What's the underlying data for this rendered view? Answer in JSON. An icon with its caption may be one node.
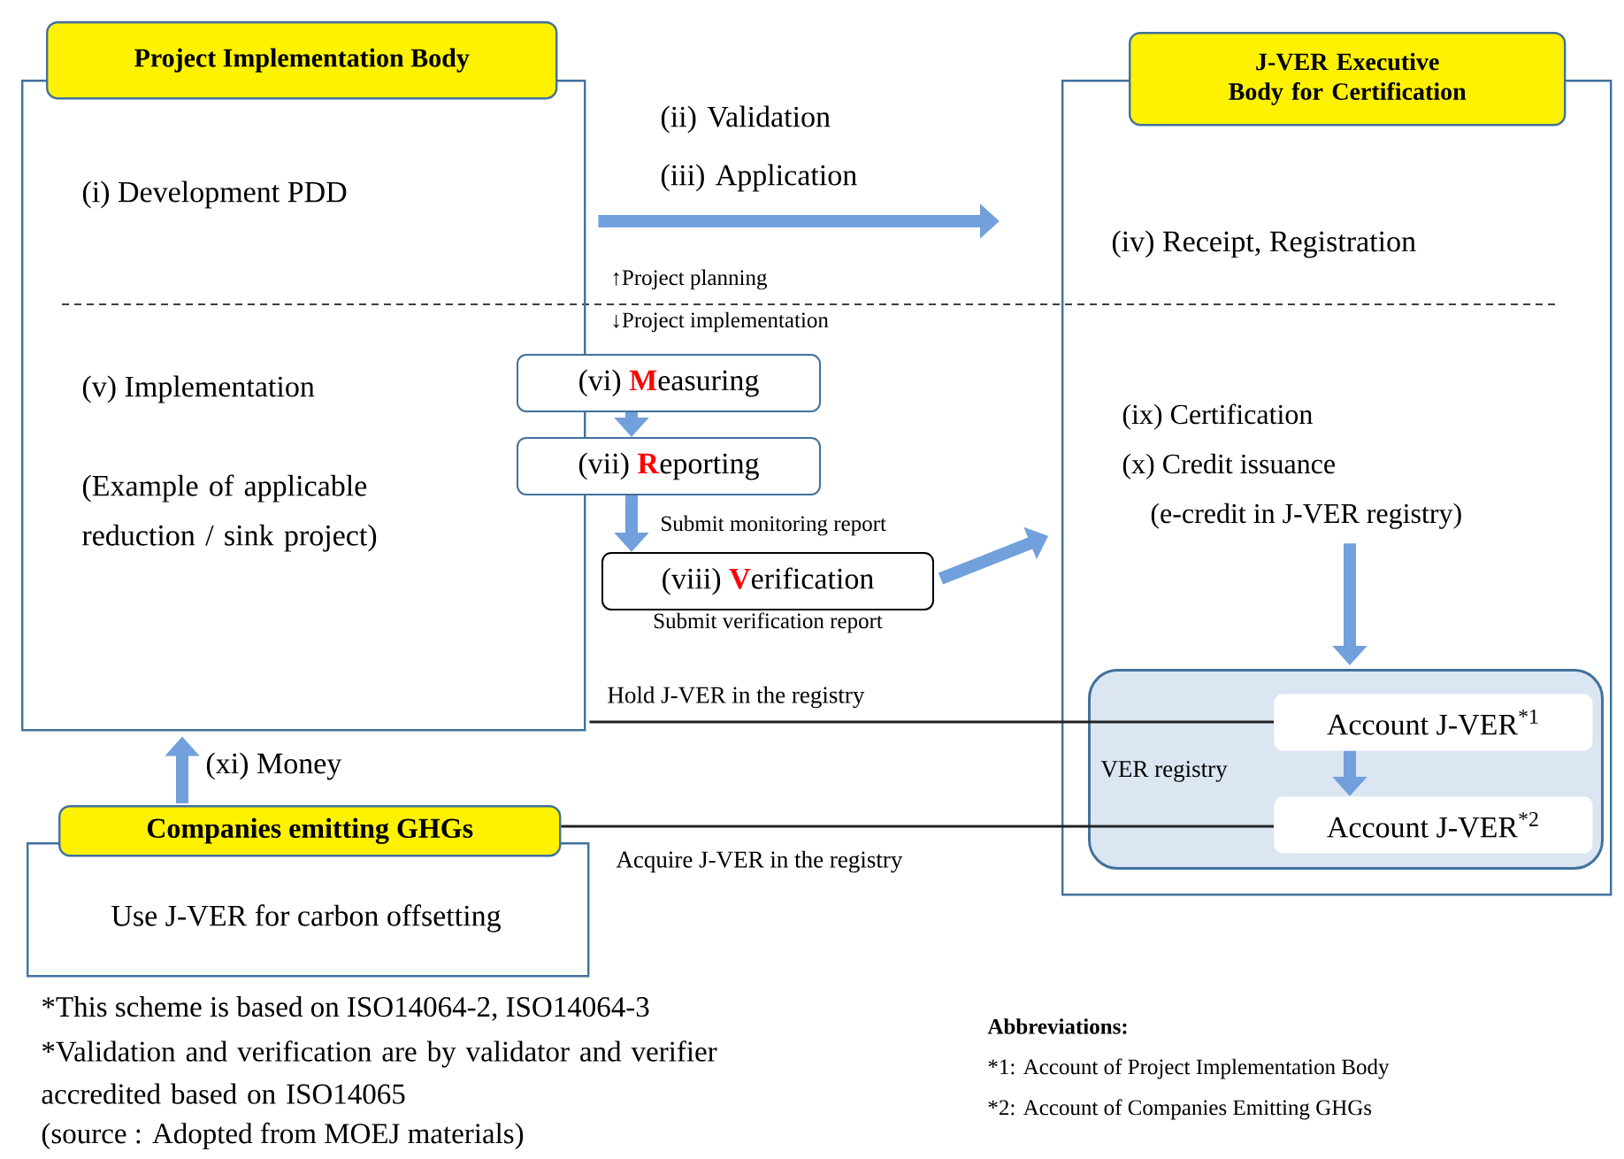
{
  "diagram": {
    "nodes": [
      {
        "text": [
          "Project Implementation Body",
          "(i) Development PDD",
          "(v) Implementation",
          "(Example of applicable reduction / sink project)"
        ]
      },
      {
        "text": [
          "J-VER Executive Body for Certification",
          "(iv) Receipt, Registration"
        ]
      },
      {
        "text": [
          "(ix) Certification",
          "(x) Credit issuance",
          "(e-credit in J-VER registry)"
        ],
        "in": 1
      },
      {
        "text": [
          "VER registry"
        ],
        "in": 1
      },
      {
        "text": [
          "Account J-VER$^{*1}$"
        ],
        "in": 3
      },
      {
        "text": [
          "Account J-VER$^{*2}$"
        ],
        "in": 3
      },
      {
        "text": [
          "(vi) **M**easuring"
        ]
      },
      {
        "text": [
          "(vii) **R**eporting"
        ]
      },
      {
        "text": [
          "(viii) **V**erification"
        ],
        "beside": [
          "Submit verification report"
        ]
      },
      {
        "text": [
          "Companies emitting GHGs",
          "Use J-VER for carbon offsetting"
        ]
      }
    ],
    "edges": [
      {
        "from": 0,
        "to": 1,
        "arrow": "to",
        "label": "(ii) Validation (iii) Application"
      },
      {
        "from": 6,
        "to": 7,
        "arrow": "to"
      },
      {
        "from": 7,
        "to": 8,
        "arrow": "to",
        "label": "Submit monitoring report"
      },
      {
        "from": 8,
        "to": 1,
        "arrow": "to"
      },
      {
        "from": 2,
        "to": 3,
        "arrow": "to"
      },
      {
        "from": 4,
        "to": 5,
        "arrow": "to"
      },
      {
        "from": 0,
        "to": 4,
        "arrow": "none",
        "label": "Hold J-VER in the registry",
        "color": "#222222"
      },
      {
        "from": 9,
        "to": 5,
        "arrow": "none",
        "label": "Acquire J-VER in the registry",
        "color": "#222222"
      },
      {
        "from": 9,
        "to": 0,
        "arrow": "to",
        "label": "(xi) Money"
      }
    ],
    "labels": [
      "↑Project planning",
      "↓Project implementation",
      "*This scheme is based on ISO14064-2, ISO14064-3",
      "*Validation and verification are by validator and verifier accredited based on ISO14065",
      "(source : Adopted from MOEJ materials)",
      "Abbreviations:",
      "*1: Account of Project Implementation Body",
      "*2: Account of Companies Emitting GHGs"
    ]
  }
}
